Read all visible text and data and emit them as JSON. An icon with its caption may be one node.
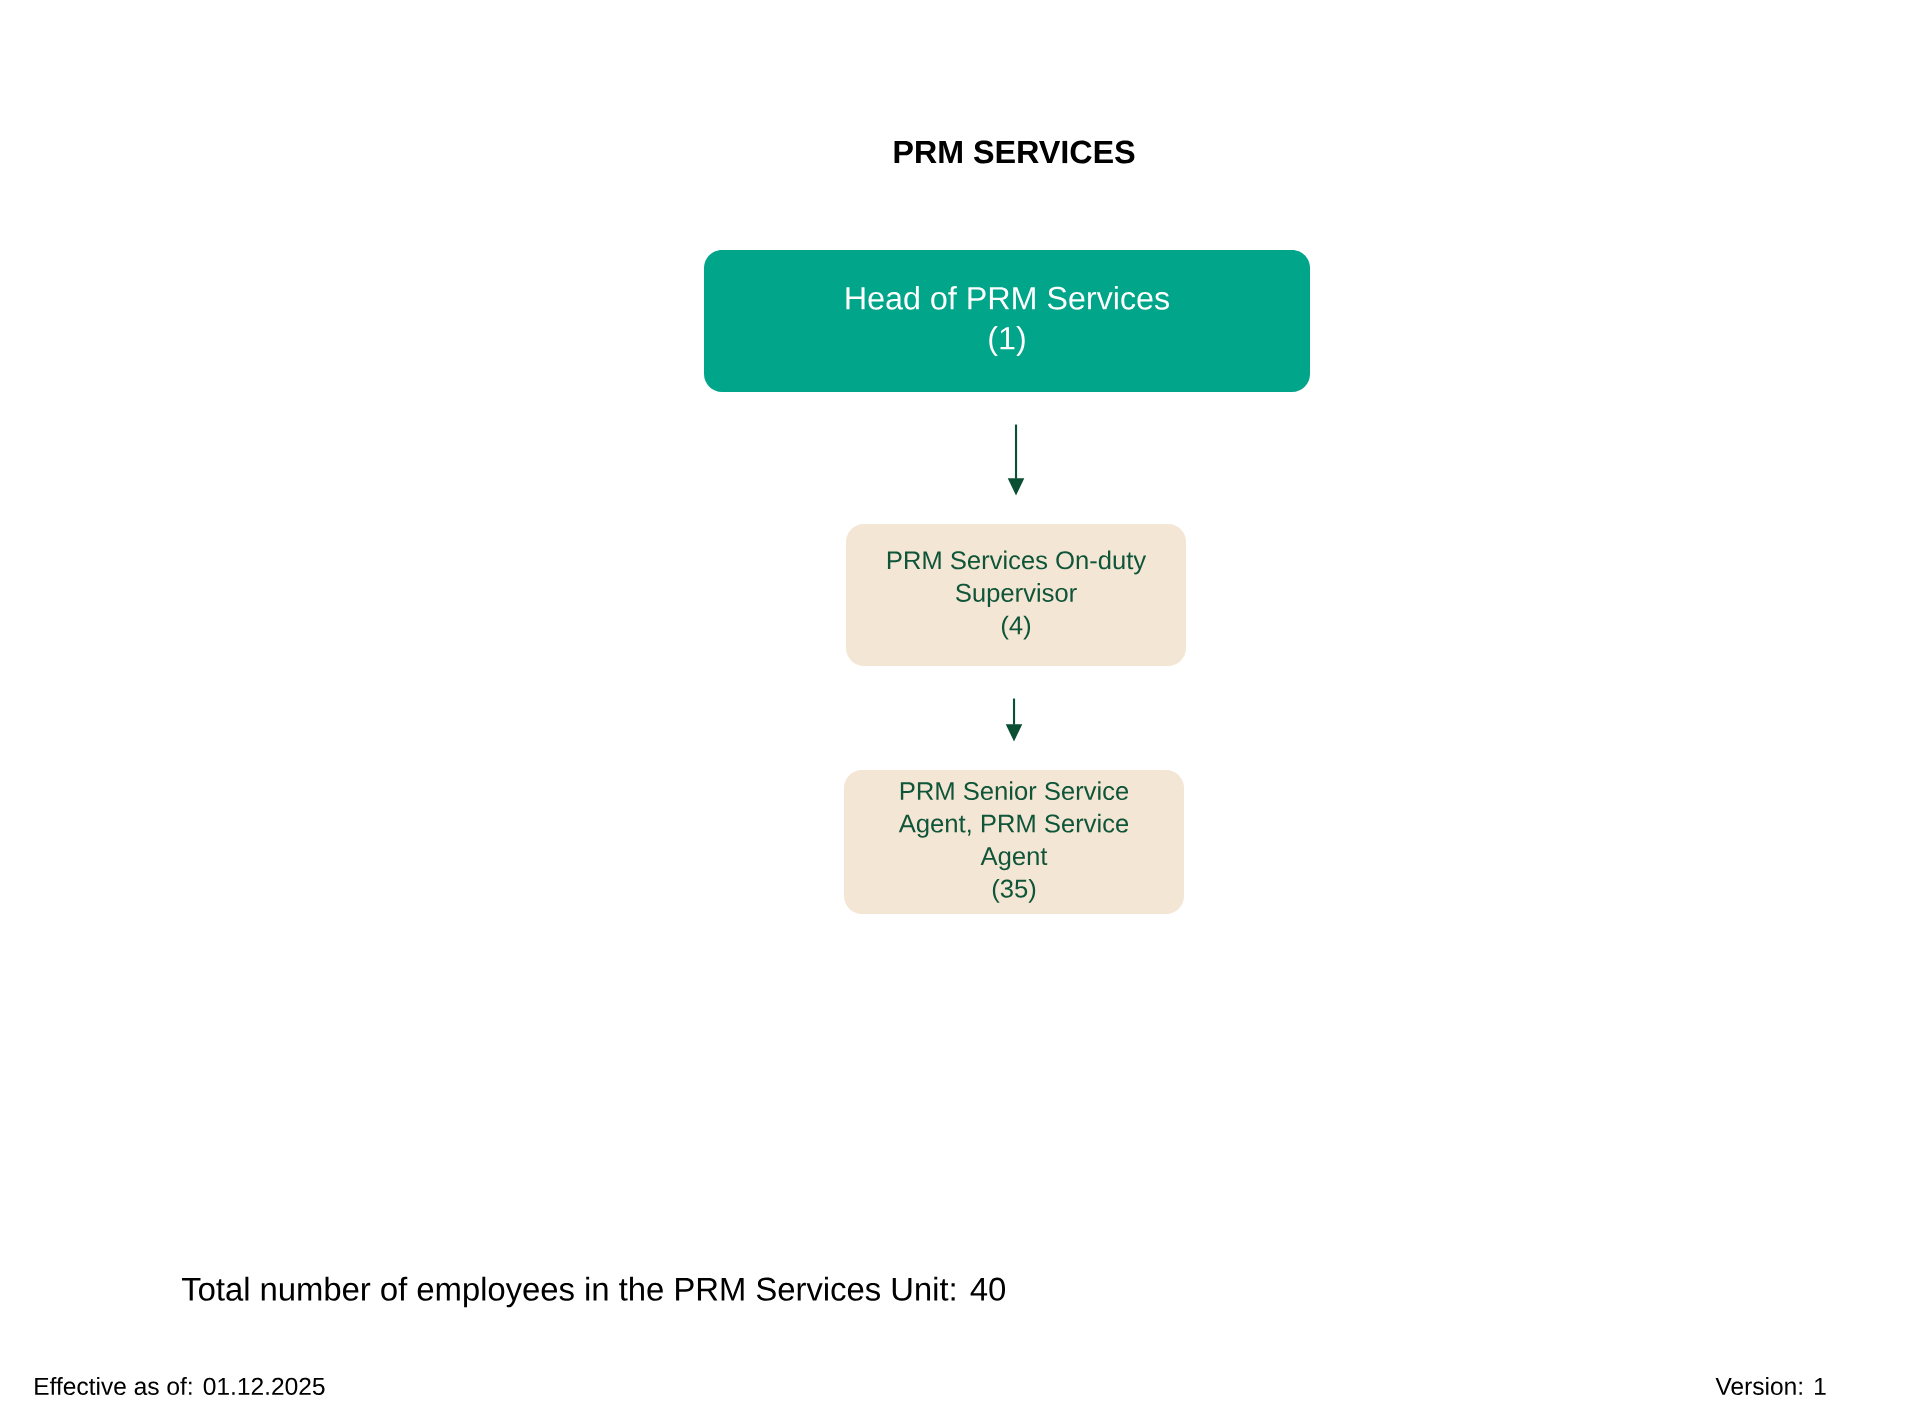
{
  "diagram": {
    "title": "PRM SERVICES",
    "nodes": [
      {
        "text": [
          "Head of PRM Services",
          "(1)"
        ]
      },
      {
        "text": [
          "PRM Services On-duty Supervisor",
          "(4)"
        ]
      },
      {
        "text": [
          "PRM Senior Service Agent, PRM Service Agent",
          "(35)"
        ]
      }
    ],
    "edges": [
      {
        "from": 0,
        "to": 1,
        "arrow": "to"
      },
      {
        "from": 1,
        "to": 2,
        "arrow": "to"
      }
    ],
    "labels": [
      "Total number of employees in the PRM Services Unit: 40",
      "Effective as of: 01.12.2025",
      "Version: 1"
    ]
  }
}
